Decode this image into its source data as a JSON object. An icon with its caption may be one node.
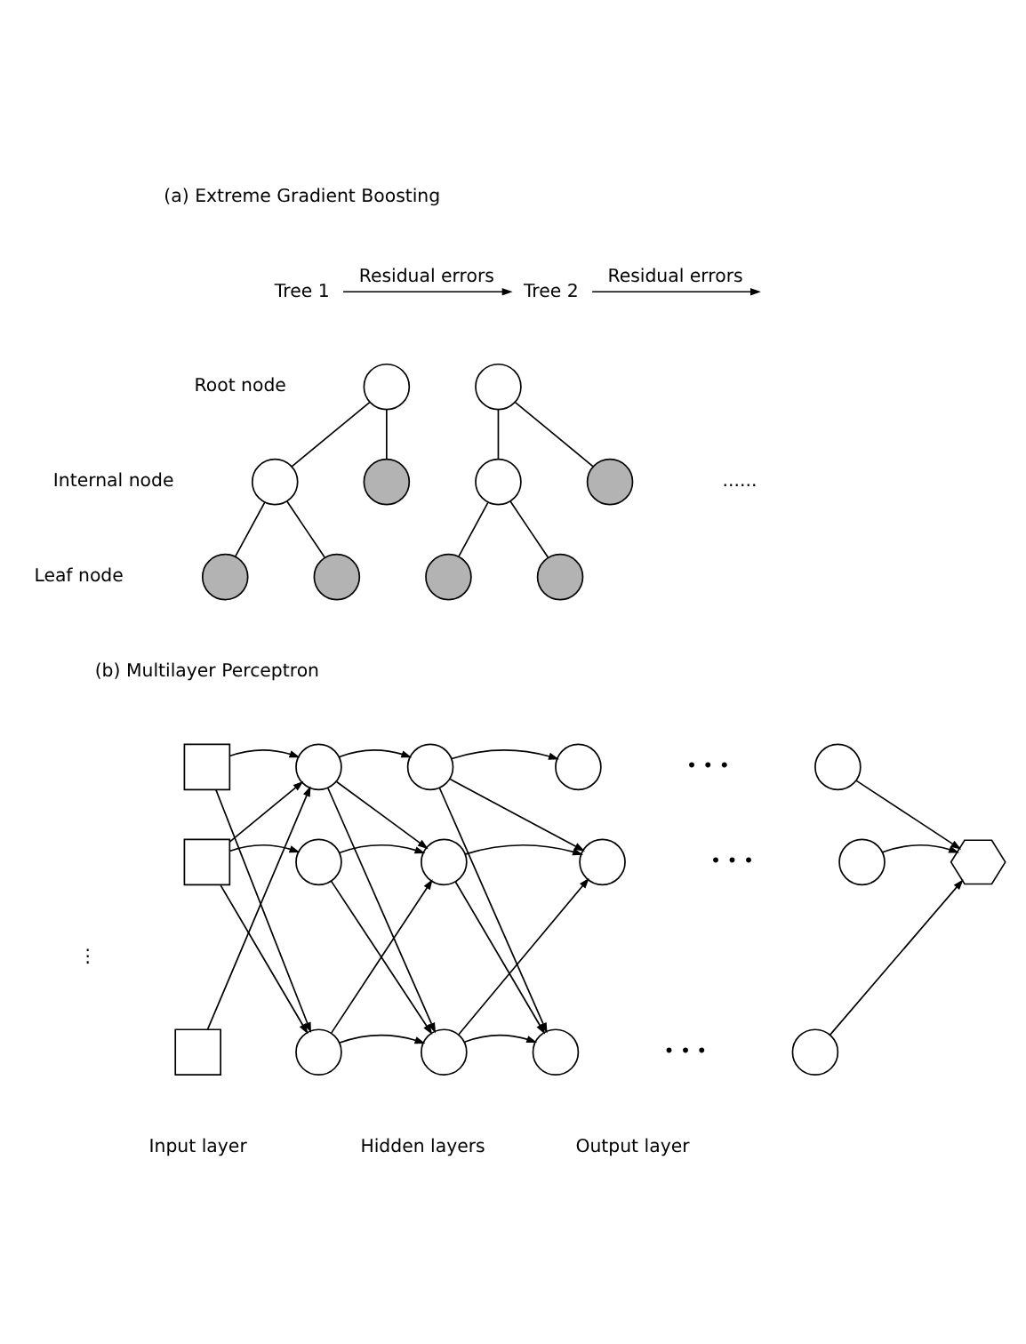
{
  "diagram": {
    "nodes": [
      {
        "text": [
          "Tree 1"
        ]
      },
      {
        "text": [
          "Tree 2"
        ]
      },
      {
        "text": [],
        "shape": "circle"
      },
      {
        "text": [],
        "shape": "circle"
      },
      {
        "text": [],
        "shape": "circle"
      },
      {
        "text": [],
        "shape": "circle"
      },
      {
        "text": [],
        "shape": "circle"
      },
      {
        "text": [],
        "shape": "circle"
      },
      {
        "text": [],
        "shape": "circle"
      },
      {
        "text": [],
        "shape": "circle"
      },
      {
        "text": [],
        "shape": "circle"
      },
      {
        "text": [],
        "shape": "circle"
      },
      {
        "text": [],
        "shape": "box"
      },
      {
        "text": [],
        "shape": "box"
      },
      {
        "text": [],
        "shape": "box"
      },
      {
        "text": [],
        "shape": "circle"
      },
      {
        "text": [],
        "shape": "circle"
      },
      {
        "text": [],
        "shape": "circle"
      },
      {
        "text": [],
        "shape": "circle"
      },
      {
        "text": [],
        "shape": "circle"
      },
      {
        "text": [],
        "shape": "circle"
      },
      {
        "text": [],
        "shape": "circle"
      },
      {
        "text": [],
        "shape": "circle"
      },
      {
        "text": [],
        "shape": "circle"
      },
      {
        "text": [],
        "shape": "circle"
      },
      {
        "text": [],
        "shape": "circle"
      },
      {
        "text": [],
        "shape": "circle"
      },
      {
        "text": [],
        "shape": "hexagon"
      }
    ],
    "edges": [
      {
        "from": 0,
        "to": 1,
        "arrow": "to",
        "label": "Residual errors"
      },
      {
        "from": 1,
        "to": null,
        "arrow": "to",
        "label": "Residual errors"
      },
      {
        "from": 2,
        "to": 3,
        "arrow": "none"
      },
      {
        "from": 2,
        "to": 4,
        "arrow": "none"
      },
      {
        "from": 3,
        "to": 5,
        "arrow": "none"
      },
      {
        "from": 3,
        "to": 6,
        "arrow": "none"
      },
      {
        "from": 7,
        "to": 8,
        "arrow": "none"
      },
      {
        "from": 7,
        "to": 9,
        "arrow": "none"
      },
      {
        "from": 8,
        "to": 10,
        "arrow": "none"
      },
      {
        "from": 8,
        "to": 11,
        "arrow": "none"
      },
      {
        "from": 12,
        "to": 15,
        "arrow": "to"
      },
      {
        "from": 12,
        "to": 17,
        "arrow": "to"
      },
      {
        "from": 13,
        "to": 15,
        "arrow": "to"
      },
      {
        "from": 13,
        "to": 16,
        "arrow": "to"
      },
      {
        "from": 13,
        "to": 17,
        "arrow": "to"
      },
      {
        "from": 14,
        "to": 15,
        "arrow": "to"
      },
      {
        "from": 15,
        "to": 18,
        "arrow": "to"
      },
      {
        "from": 15,
        "to": 19,
        "arrow": "to"
      },
      {
        "from": 15,
        "to": 20,
        "arrow": "to"
      },
      {
        "from": 16,
        "to": 19,
        "arrow": "to"
      },
      {
        "from": 16,
        "to": 20,
        "arrow": "to"
      },
      {
        "from": 17,
        "to": 19,
        "arrow": "to"
      },
      {
        "from": 17,
        "to": 20,
        "arrow": "to"
      },
      {
        "from": 18,
        "to": 21,
        "arrow": "to"
      },
      {
        "from": 18,
        "to": 22,
        "arrow": "to"
      },
      {
        "from": 18,
        "to": 23,
        "arrow": "to"
      },
      {
        "from": 19,
        "to": 22,
        "arrow": "to"
      },
      {
        "from": 19,
        "to": 23,
        "arrow": "to"
      },
      {
        "from": 20,
        "to": 22,
        "arrow": "to"
      },
      {
        "from": 20,
        "to": 23,
        "arrow": "to"
      },
      {
        "from": 24,
        "to": 27,
        "arrow": "to"
      },
      {
        "from": 25,
        "to": 27,
        "arrow": "to"
      },
      {
        "from": 26,
        "to": 27,
        "arrow": "to"
      }
    ],
    "labels": [
      "(a) Extreme Gradient Boosting",
      "Root node",
      "Internal node",
      "Leaf node",
      "......",
      "(b) Multilayer Perceptron",
      "• • •",
      "• • •",
      "⋮",
      "• • •",
      "Input layer",
      "Hidden layers",
      "Output layer"
    ]
  }
}
